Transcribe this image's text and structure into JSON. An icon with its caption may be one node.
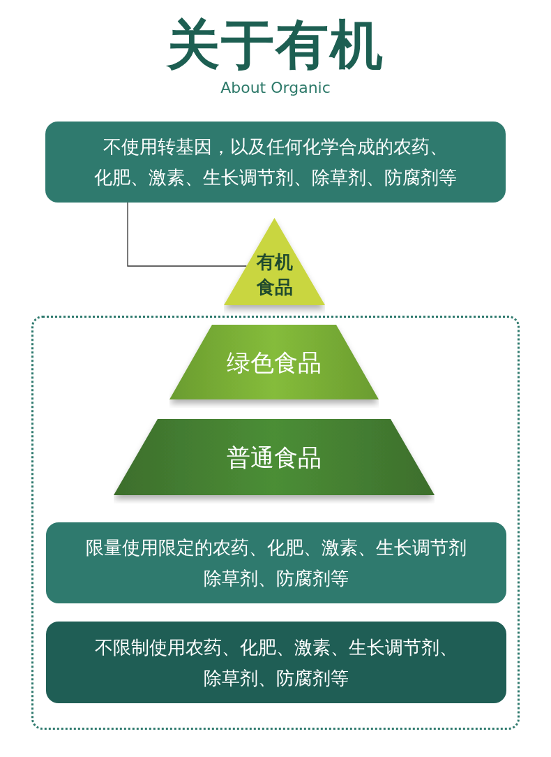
{
  "diagram": {
    "title": "关于有机",
    "nodes": [
      {
        "text": [
          "不使用转基因，以及任何化学合成的农药、化肥、激素、生长调节剂、除草剂、防腐剂等"
        ]
      },
      {
        "text": [
          "有机食品"
        ]
      },
      {
        "text": [],
        "shape": "box"
      },
      {
        "text": [
          "绿色食品"
        ],
        "in": 2
      },
      {
        "text": [
          "普通食品"
        ],
        "in": 2
      },
      {
        "text": [
          "限量使用限定的农药、化肥、激素、生长调节剂除草剂、防腐剂等"
        ],
        "in": 2
      },
      {
        "text": [
          "不限制使用农药、化肥、激素、生长调节剂、除草剂、防腐剂等"
        ],
        "in": 2
      }
    ],
    "edges": [
      {
        "from": 0,
        "to": 1,
        "arrow": "none"
      }
    ],
    "labels": [
      "About Organic"
    ]
  }
}
